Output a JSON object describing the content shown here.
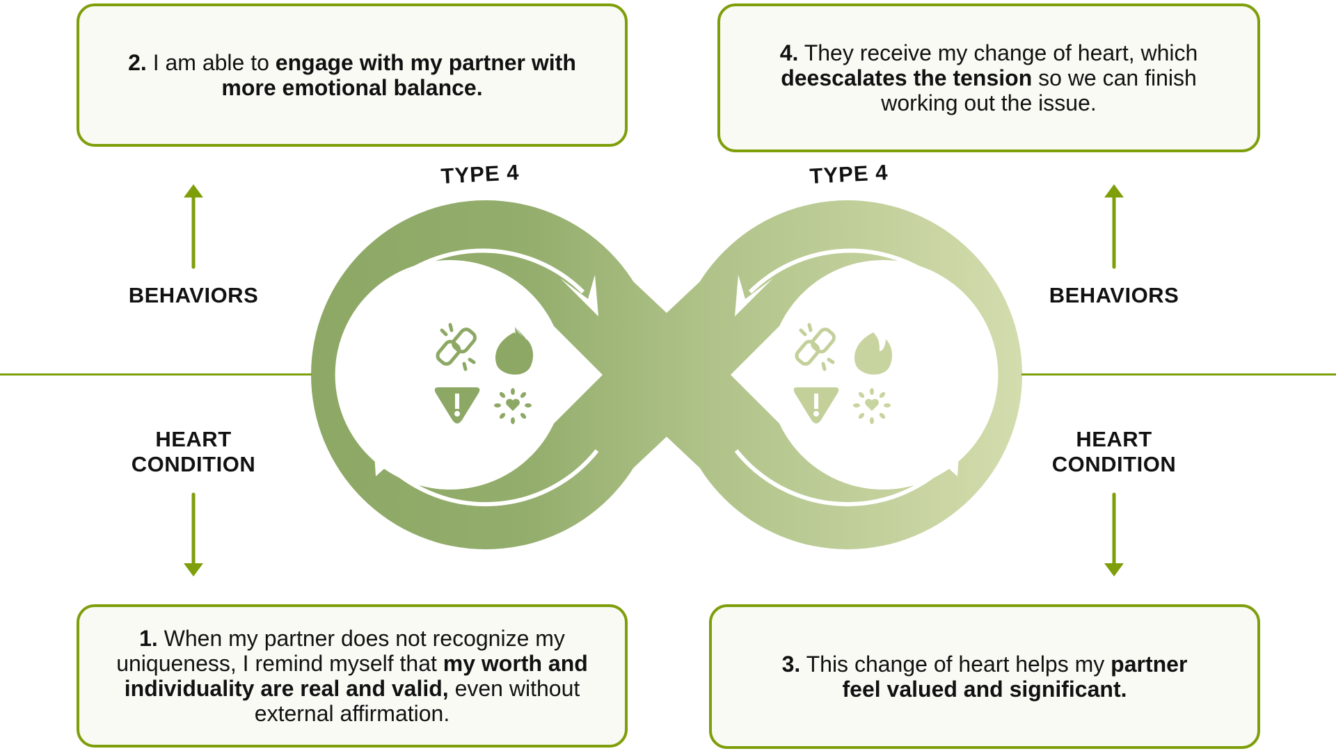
{
  "colors": {
    "accent": "#7e9e0a",
    "box_fill": "#f8faf3",
    "loop_left": "#8da865",
    "loop_right": "#d3dcad",
    "text": "#111111"
  },
  "loop_labels": {
    "left": "TYPE 4",
    "right": "TYPE 4"
  },
  "side_labels": {
    "left_top": "BEHAVIORS",
    "left_bottom_line1": "HEART",
    "left_bottom_line2": "CONDITION",
    "right_top": "BEHAVIORS",
    "right_bottom_line1": "HEART",
    "right_bottom_line2": "CONDITION"
  },
  "steps": {
    "step1": {
      "number": "1.",
      "parts": [
        {
          "text": " When my partner does not recognize my uniqueness, I remind myself that ",
          "bold": false
        },
        {
          "text": "my worth and individuality are real and valid,",
          "bold": true
        },
        {
          "text": " even without external affirmation.",
          "bold": false
        }
      ]
    },
    "step2": {
      "number": "2.",
      "parts": [
        {
          "text": " I am able to ",
          "bold": false
        },
        {
          "text": "engage with my partner with more emotional balance.",
          "bold": true
        }
      ]
    },
    "step3": {
      "number": "3.",
      "parts": [
        {
          "text": " This change of heart helps my ",
          "bold": false
        },
        {
          "text": "partner feel valued and significant.",
          "bold": true
        }
      ]
    },
    "step4": {
      "number": "4.",
      "parts": [
        {
          "text": " They receive my change of heart, which ",
          "bold": false
        },
        {
          "text": "deescalates the tension",
          "bold": true
        },
        {
          "text": " so we can finish working out the issue.",
          "bold": false
        }
      ]
    }
  },
  "icons": [
    "broken-link-icon",
    "fire-icon",
    "warning-icon",
    "heart-burst-icon"
  ]
}
